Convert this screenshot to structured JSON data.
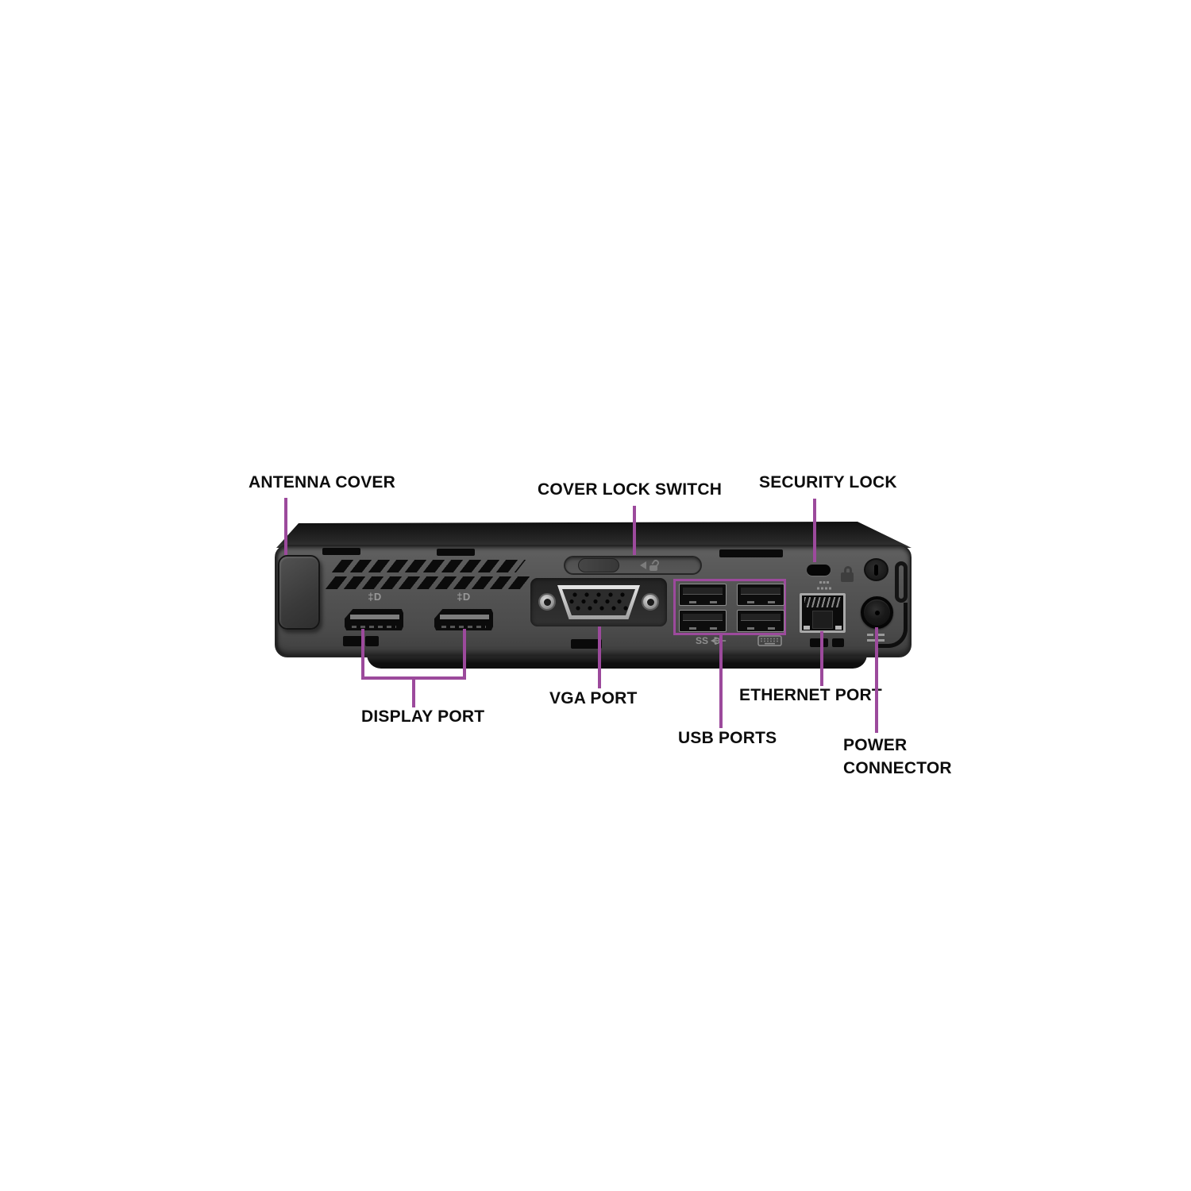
{
  "colors": {
    "background": "#ffffff",
    "annotation_purple": "#9c4a9c",
    "label_text": "#0d0d0d",
    "device_face_gray": "#515151",
    "device_top_black": "#1c1c1c",
    "port_black": "#0c0c0c",
    "vga_shell_silver": "#cccccc",
    "ethernet_frame_gray": "#a8a8a8",
    "panel_icon_gray": "#8f8f8f"
  },
  "labels": {
    "antenna_cover": "ANTENNA COVER",
    "cover_lock_switch": "COVER LOCK SWITCH",
    "security_lock": "SECURITY LOCK",
    "display_port": "DISPLAY PORT",
    "vga_port": "VGA PORT",
    "usb_ports": "USB PORTS",
    "ethernet_port": "ETHERNET PORT",
    "power_connector": "POWER CONNECTOR"
  },
  "icons": {
    "displayport_logo": "‡D",
    "ss_usb": "SS"
  }
}
